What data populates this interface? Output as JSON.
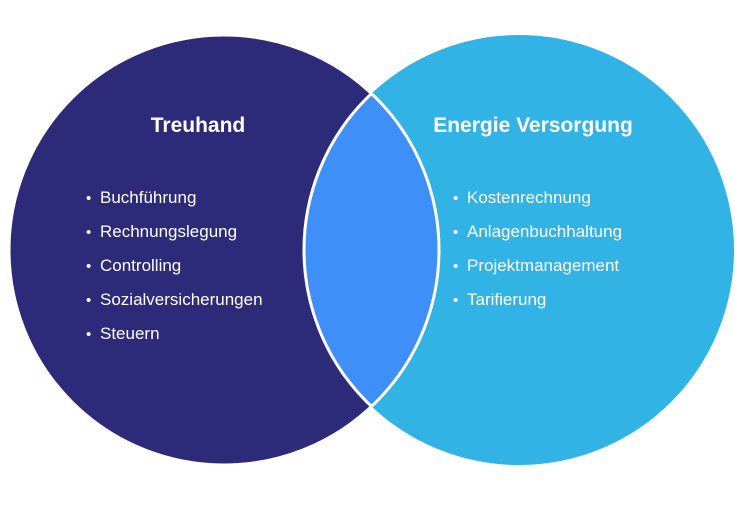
{
  "colors": {
    "left_circle": "#2d2a7a",
    "right_circle": "#31b3e6",
    "intersection": "#3e8ff8",
    "outline": "#ffffff",
    "text": "#ffffff"
  },
  "left": {
    "title": "Treuhand",
    "items": [
      "Buchführung",
      "Rechnungslegung",
      "Controlling",
      "Sozialversicherungen",
      "Steuern"
    ]
  },
  "right": {
    "title": "Energie Versorgung",
    "items": [
      "Kostenrechnung",
      "Anlagenbuchhaltung",
      "Projektmanagement",
      "Tarifierung"
    ]
  }
}
